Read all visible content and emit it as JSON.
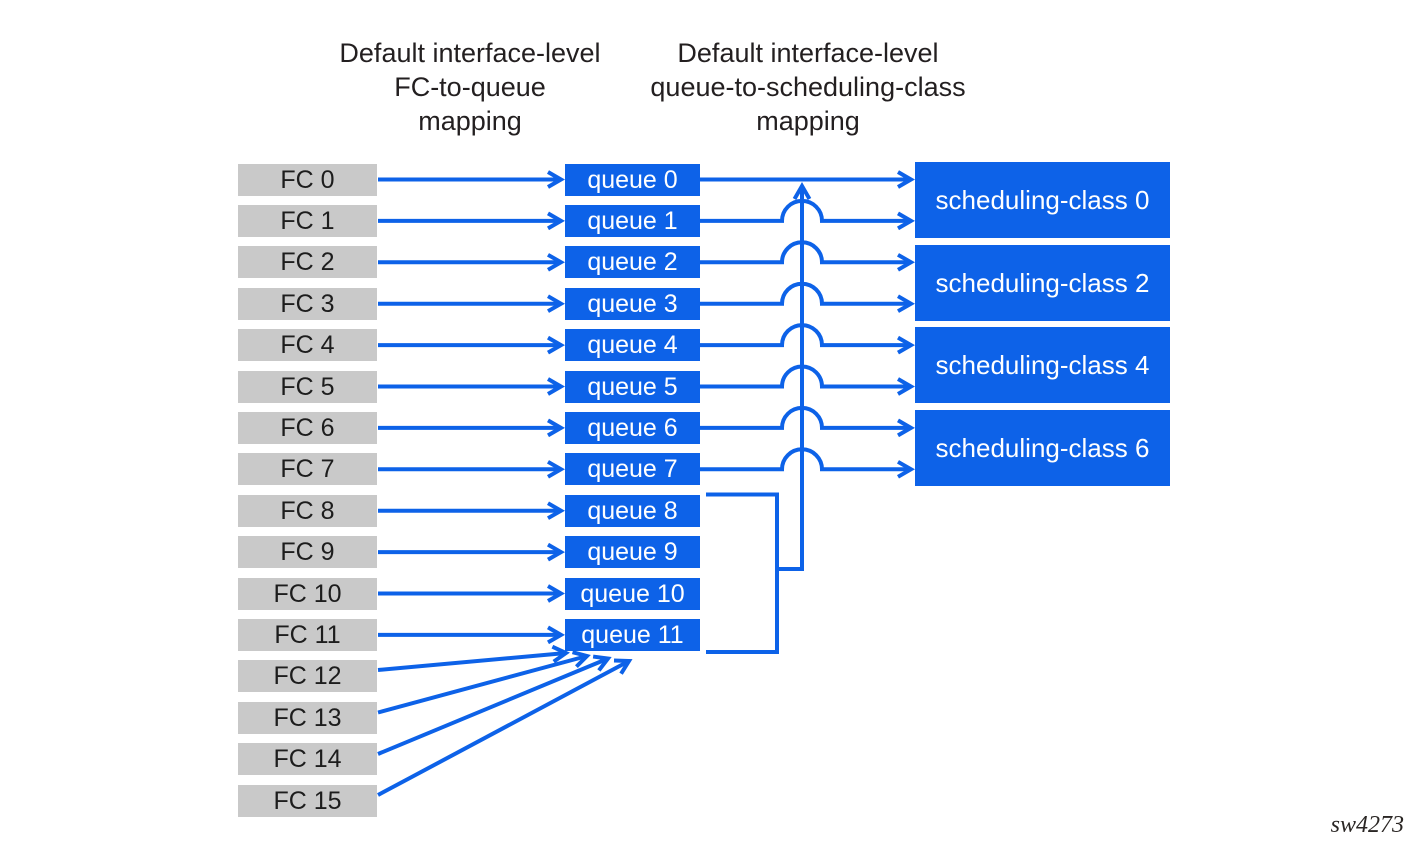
{
  "headers": {
    "fc_to_queue": {
      "lines": [
        "Default interface-level",
        "FC-to-queue",
        "mapping"
      ]
    },
    "queue_to_scheduling_class": {
      "lines": [
        "Default interface-level",
        "queue-to-scheduling-class",
        "mapping"
      ]
    }
  },
  "fc_boxes": [
    "FC 0",
    "FC 1",
    "FC 2",
    "FC 3",
    "FC 4",
    "FC 5",
    "FC 6",
    "FC 7",
    "FC 8",
    "FC 9",
    "FC 10",
    "FC 11",
    "FC 12",
    "FC 13",
    "FC 14",
    "FC 15"
  ],
  "queue_boxes": [
    "queue 0",
    "queue 1",
    "queue 2",
    "queue 3",
    "queue 4",
    "queue 5",
    "queue 6",
    "queue 7",
    "queue 8",
    "queue 9",
    "queue 10",
    "queue 11"
  ],
  "scheduling_class_boxes": [
    "scheduling-class 0",
    "scheduling-class 2",
    "scheduling-class 4",
    "scheduling-class 6"
  ],
  "watermark": "sw4273",
  "colors": {
    "box_blue": "#0d62e8",
    "box_gray": "#c9c9c9",
    "line_blue": "#0d62e8",
    "text_dark": "#231f20",
    "text_on_blue": "#ffffff"
  },
  "mappings": {
    "fc_to_queue": [
      [
        0,
        0
      ],
      [
        1,
        1
      ],
      [
        2,
        2
      ],
      [
        3,
        3
      ],
      [
        4,
        4
      ],
      [
        5,
        5
      ],
      [
        6,
        6
      ],
      [
        7,
        7
      ],
      [
        8,
        8
      ],
      [
        9,
        9
      ],
      [
        10,
        10
      ],
      [
        11,
        11
      ],
      [
        12,
        11
      ],
      [
        13,
        11
      ],
      [
        14,
        11
      ],
      [
        15,
        11
      ]
    ],
    "queue_to_scheduling_class": [
      [
        0,
        0
      ],
      [
        1,
        0
      ],
      [
        2,
        2
      ],
      [
        3,
        2
      ],
      [
        4,
        4
      ],
      [
        5,
        4
      ],
      [
        6,
        6
      ],
      [
        7,
        6
      ]
    ],
    "queue_group_merged_upward": [
      8,
      9,
      10,
      11
    ]
  }
}
